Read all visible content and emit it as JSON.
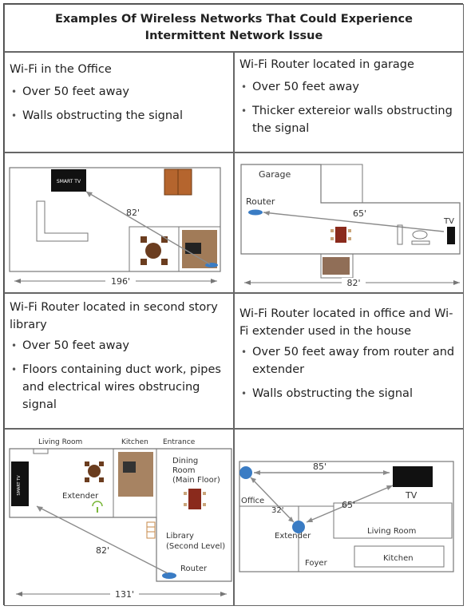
{
  "title": "Examples Of Wireless Networks That Could Experience Intermittent Network Issue",
  "cases": [
    {
      "heading": "Wi-Fi in the Office",
      "bullets": [
        "Over 50 feet away",
        "Walls obstructing the signal"
      ]
    },
    {
      "heading": "Wi-Fi Router located in garage",
      "bullets": [
        "Over 50 feet away",
        "Thicker extereior walls obstructing the signal"
      ]
    },
    {
      "heading": "Wi-Fi Router located in second story library",
      "bullets": [
        "Over 50 feet away",
        "Floors containing duct work, pipes and electrical wires obstrucing signal"
      ]
    },
    {
      "heading": "Wi-Fi Router located in office and Wi-Fi extender used in the house",
      "bullets": [
        "Over 50 feet away from router and extender",
        "Walls obstructing the signal"
      ]
    }
  ],
  "diagrams": {
    "office": {
      "tv_label": "SMART TV",
      "distance": "82'",
      "width": "196'"
    },
    "garage": {
      "garage": "Garage",
      "router": "Router",
      "distance": "65'",
      "tv": "TV",
      "width": "82'"
    },
    "library": {
      "living_room": "Living Room",
      "kitchen": "Kitchen",
      "entrance": "Entrance",
      "dining_line1": "Dining",
      "dining_line2": "Room",
      "dining_line3": "(Main Floor)",
      "extender": "Extender",
      "library_line1": "Library",
      "library_line2": "(Second Level)",
      "router": "Router",
      "distance": "82'",
      "width": "131'",
      "tv_label": "SMART TV"
    },
    "house": {
      "distance_top": "85'",
      "office": "Office",
      "distance_left": "32'",
      "distance_right": "65'",
      "tv": "TV",
      "extender": "Extender",
      "living_room": "Living Room",
      "foyer": "Foyer",
      "kitchen": "Kitchen"
    }
  },
  "colors": {
    "router": "#3a7cc4",
    "arrow": "#8a8a8a"
  }
}
